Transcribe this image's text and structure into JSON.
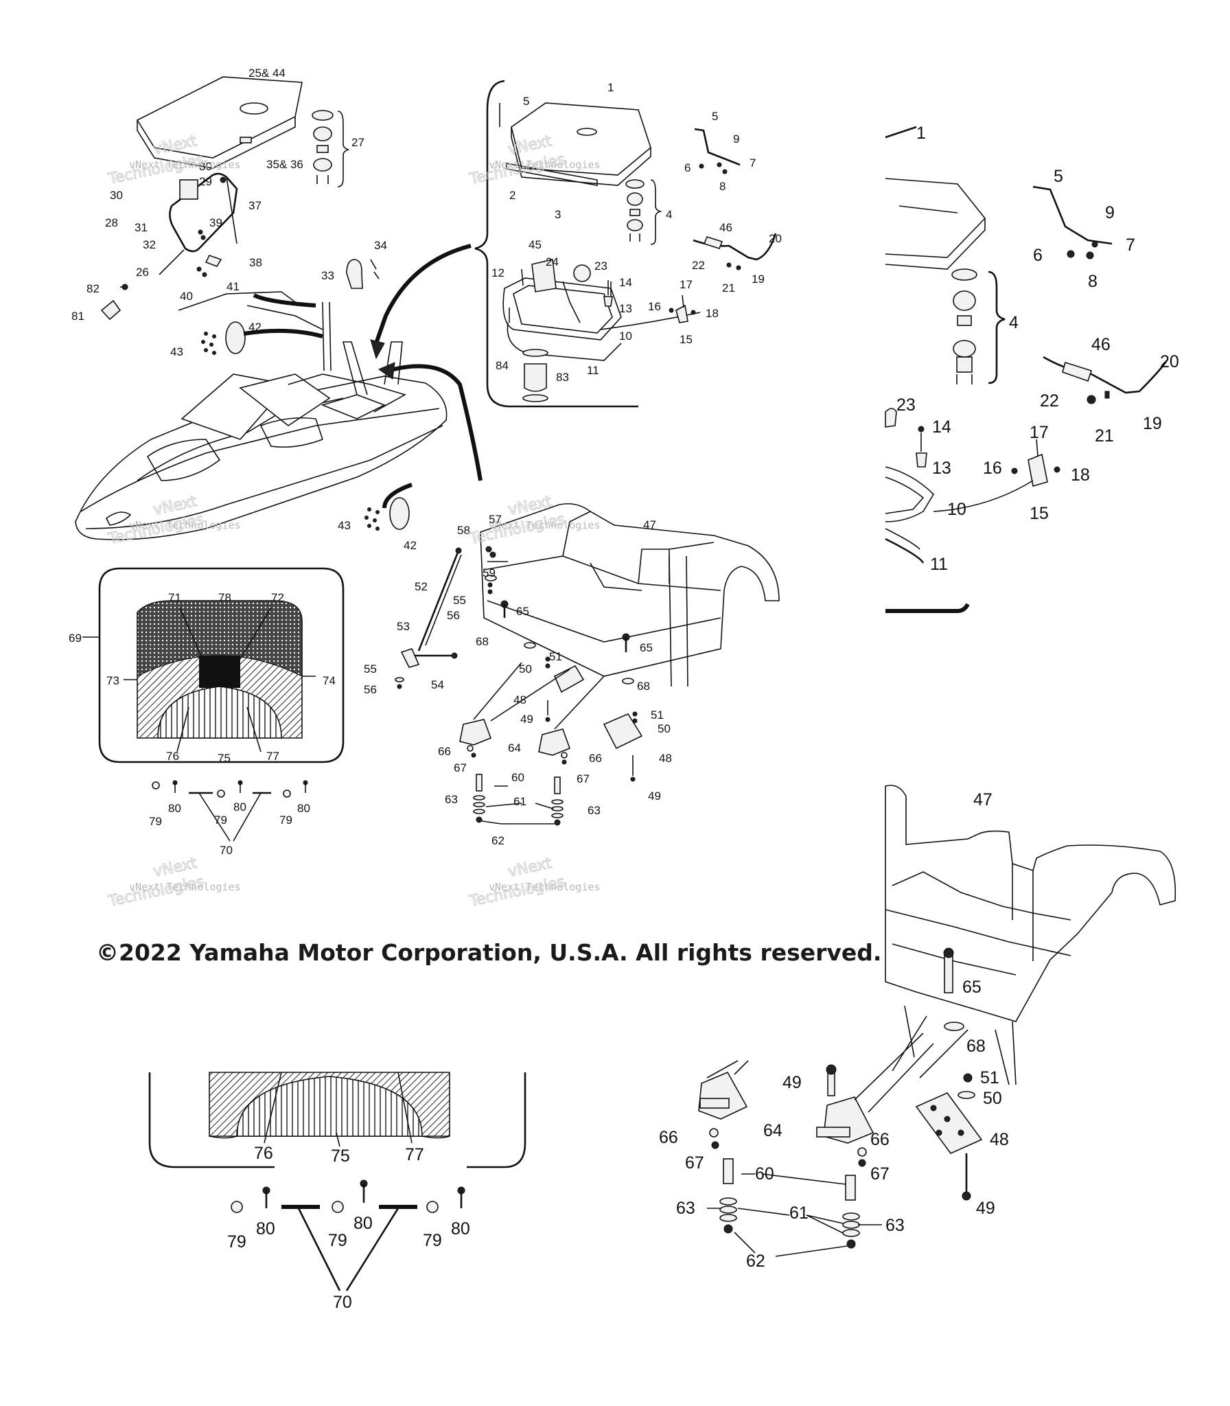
{
  "copyright": "©2022 Yamaha Motor Corporation, U.S.A. All rights reserved.",
  "watermark": {
    "line1": "vNext Technologies",
    "line2": "vNext",
    "line3": "Technologies"
  },
  "callouts": {
    "n1": "1",
    "n2": "2",
    "n3": "3",
    "n4": "4",
    "n5": "5",
    "n6": "6",
    "n7": "7",
    "n8": "8",
    "n9": "9",
    "n10": "10",
    "n11": "11",
    "n12": "12",
    "n13": "13",
    "n14": "14",
    "n15": "15",
    "n16": "16",
    "n17": "17",
    "n18": "18",
    "n19": "19",
    "n20": "20",
    "n21": "21",
    "n22": "22",
    "n23": "23",
    "n24": "24",
    "n25_44": "25& 44",
    "n26": "26",
    "n27": "27",
    "n28": "28",
    "n29": "29",
    "n30": "30",
    "n31": "31",
    "n32": "32",
    "n33": "33",
    "n34": "34",
    "n35_36": "35& 36",
    "n37": "37",
    "n38": "38",
    "n39": "39",
    "n40": "40",
    "n41": "41",
    "n42": "42",
    "n43": "43",
    "n45": "45",
    "n46": "46",
    "n47": "47",
    "n48": "48",
    "n49": "49",
    "n50": "50",
    "n51": "51",
    "n52": "52",
    "n53": "53",
    "n54": "54",
    "n55": "55",
    "n56": "56",
    "n57": "57",
    "n58": "58",
    "n59": "59",
    "n60": "60",
    "n61": "61",
    "n62": "62",
    "n63": "63",
    "n64": "64",
    "n65": "65",
    "n66": "66",
    "n67": "67",
    "n68": "68",
    "n69": "69",
    "n70": "70",
    "n71": "71",
    "n72": "72",
    "n73": "73",
    "n74": "74",
    "n75": "75",
    "n76": "76",
    "n77": "77",
    "n78": "78",
    "n79": "79",
    "n80": "80",
    "n81": "81",
    "n82": "82",
    "n83": "83",
    "n84": "84"
  }
}
